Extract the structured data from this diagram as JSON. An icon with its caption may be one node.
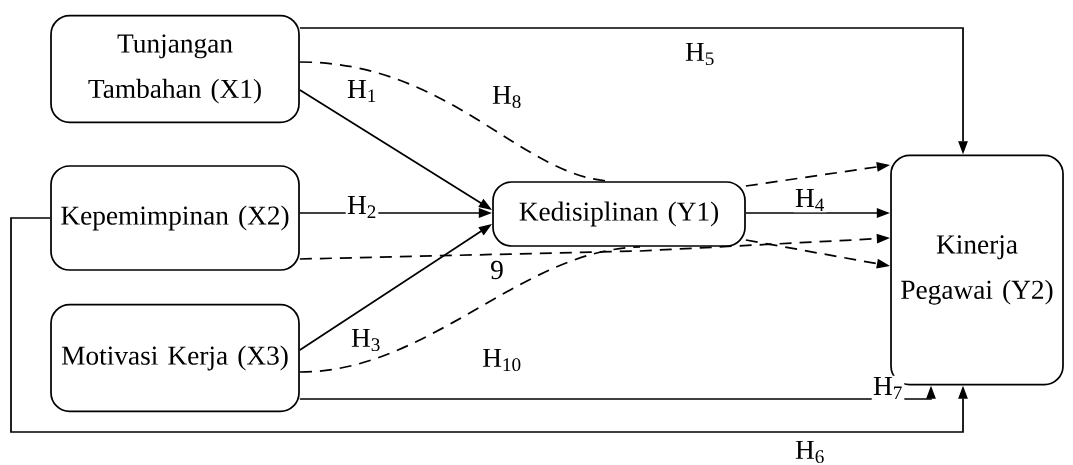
{
  "diagram": {
    "nodes": [
      {
        "text": [
          "Tunjangan Tambahan (X1)"
        ]
      },
      {
        "text": [
          "Kepemimpinan (X2)"
        ]
      },
      {
        "text": [
          "Motivasi Kerja (X3)"
        ]
      },
      {
        "text": [
          "Kedisiplinan (Y1)"
        ]
      },
      {
        "text": [
          "Kinerja Pegawai (Y2)"
        ]
      }
    ],
    "edges": [
      {
        "from": 0,
        "to": 3,
        "arrow": "to",
        "label": "H$_{1}$"
      },
      {
        "from": 1,
        "to": 3,
        "arrow": "to",
        "label": "H$_{2}$"
      },
      {
        "from": 2,
        "to": 3,
        "arrow": "to",
        "label": "H$_{3}$"
      },
      {
        "from": 3,
        "to": 4,
        "arrow": "to",
        "label": "H$_{4}$"
      },
      {
        "from": 0,
        "to": 4,
        "arrow": "to",
        "label": "H$_{5}$"
      },
      {
        "from": 1,
        "to": 4,
        "arrow": "to",
        "label": "H$_{6}$"
      },
      {
        "from": 2,
        "to": 4,
        "arrow": "to",
        "label": "H$_{7}$"
      },
      {
        "from": 0,
        "to": 3,
        "arrow": "none",
        "label": "H$_{8}$",
        "style": "dashed"
      },
      {
        "from": 3,
        "to": 4,
        "arrow": "to",
        "style": "dashed"
      },
      {
        "from": 1,
        "to": 4,
        "arrow": "to",
        "label": "9",
        "style": "dashed"
      },
      {
        "from": 2,
        "to": 3,
        "arrow": "none",
        "label": "H$_{10}$",
        "style": "dashed"
      },
      {
        "from": 3,
        "to": 4,
        "arrow": "to",
        "style": "dashed"
      }
    ]
  }
}
